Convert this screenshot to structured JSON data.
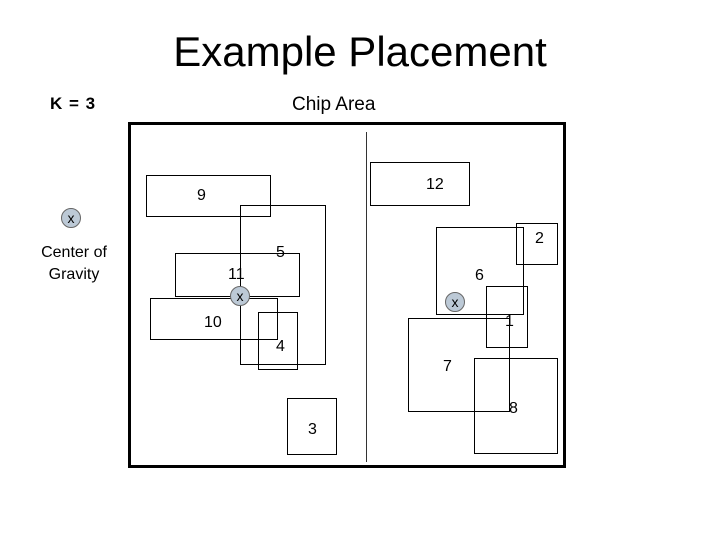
{
  "title": "Example Placement",
  "k_label": "K = 3",
  "chip_area_label": "Chip Area",
  "legend": {
    "marker": "x",
    "line1": "Center of",
    "line2": "Gravity"
  },
  "blocks": {
    "b1": "1",
    "b2": "2",
    "b3": "3",
    "b4": "4",
    "b5": "5",
    "b6": "6",
    "b7": "7",
    "b8": "8",
    "b9": "9",
    "b10": "10",
    "b11": "11",
    "b12": "12"
  },
  "cog_markers": {
    "left": "x",
    "right": "x"
  }
}
